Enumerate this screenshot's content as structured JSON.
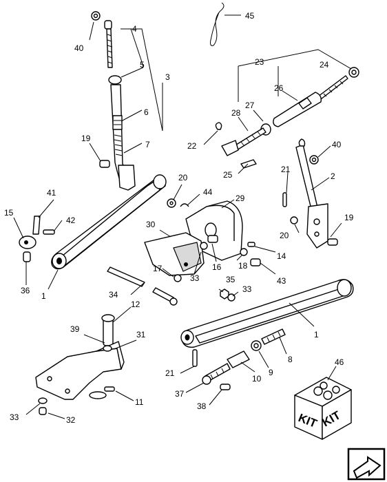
{
  "callouts": {
    "c1a": "1",
    "c1b": "1",
    "c2": "2",
    "c3": "3",
    "c4": "4",
    "c5": "5",
    "c6": "6",
    "c7": "7",
    "c8": "8",
    "c9": "9",
    "c10": "10",
    "c11": "11",
    "c12": "12",
    "c14": "14",
    "c15": "15",
    "c16": "16",
    "c17": "17",
    "c18": "18",
    "c19a": "19",
    "c19b": "19",
    "c20a": "20",
    "c20b": "20",
    "c21a": "21",
    "c21b": "21",
    "c22": "22",
    "c23": "23",
    "c24": "24",
    "c25": "25",
    "c26": "26",
    "c27": "27",
    "c28": "28",
    "c29": "29",
    "c30": "30",
    "c31": "31",
    "c32": "32",
    "c33a": "33",
    "c33b": "33",
    "c33c": "33",
    "c34": "34",
    "c35": "35",
    "c36": "36",
    "c37": "37",
    "c38": "38",
    "c39": "39",
    "c40a": "40",
    "c40b": "40",
    "c41": "41",
    "c42": "42",
    "c43": "43",
    "c44": "44",
    "c45": "45",
    "c46": "46"
  },
  "kit": {
    "left_label": "KIT",
    "right_label": "KIT"
  }
}
